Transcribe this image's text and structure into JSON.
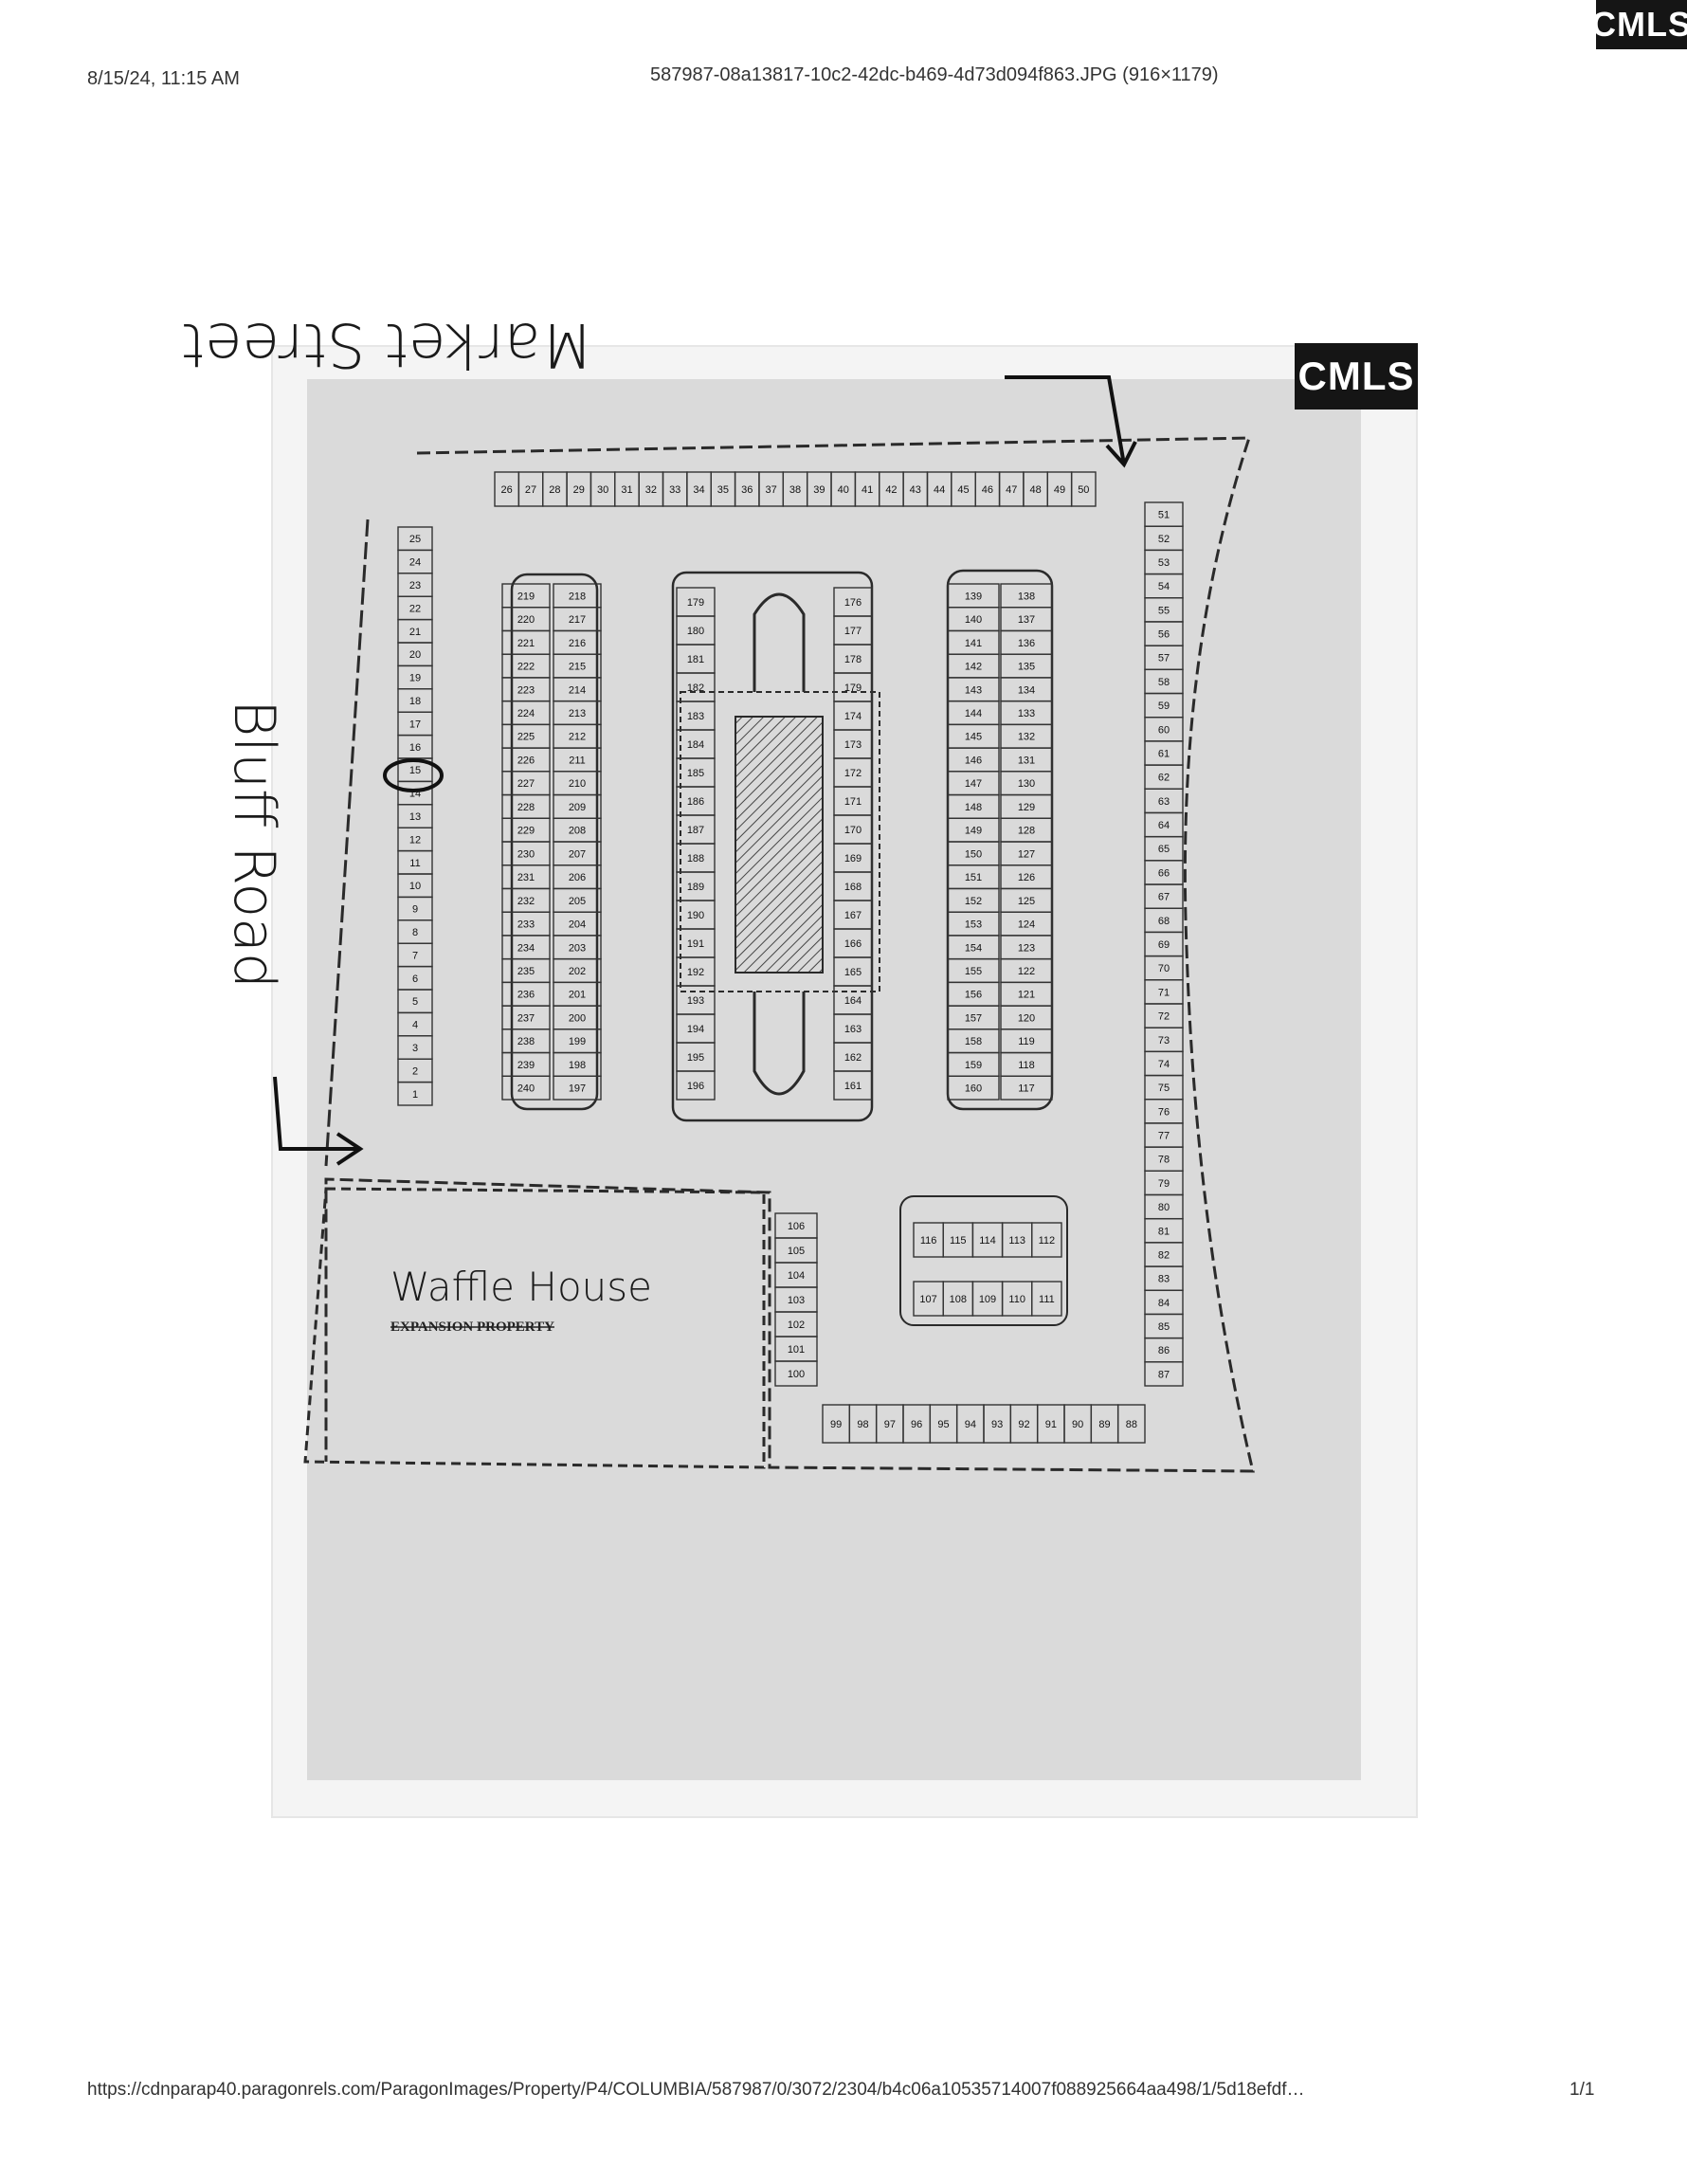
{
  "header": {
    "date_time": "8/15/24, 11:15 AM",
    "file_name": "587987-08a13817-10c2-42dc-b469-4d73d094f863.JPG (916×1179)"
  },
  "footer": {
    "url": "https://cdnparap40.paragonrels.com/ParagonImages/Property/P4/COLUMBIA/587987/0/3072/2304/b4c06a10535714007f088925664aa498/1/5d18efdf…",
    "page": "1/1"
  },
  "logo": {
    "text": "CMLS"
  },
  "map": {
    "street_top": "Market Street",
    "road_left": "Bluff Road",
    "parcel_title": "Waffle House",
    "parcel_subtitle": "EXPANSION PROPERTY",
    "spaces": {
      "left_edge_1_25": [
        "25",
        "24",
        "23",
        "22",
        "21",
        "20",
        "19",
        "18",
        "17",
        "16",
        "15",
        "14",
        "13",
        "12",
        "11",
        "10",
        "9",
        "8",
        "7",
        "6",
        "5",
        "4",
        "3",
        "2",
        "1"
      ],
      "top_row_26_50": [
        "26",
        "27",
        "28",
        "29",
        "30",
        "31",
        "32",
        "33",
        "34",
        "35",
        "36",
        "37",
        "38",
        "39",
        "40",
        "41",
        "42",
        "43",
        "44",
        "45",
        "46",
        "47",
        "48",
        "49",
        "50"
      ],
      "right_edge_51_87": [
        "51",
        "52",
        "53",
        "54",
        "55",
        "56",
        "57",
        "58",
        "59",
        "60",
        "61",
        "62",
        "63",
        "64",
        "65",
        "66",
        "67",
        "68",
        "69",
        "70",
        "71",
        "72",
        "73",
        "74",
        "75",
        "76",
        "77",
        "78",
        "79",
        "80",
        "81",
        "82",
        "83",
        "84",
        "85",
        "86",
        "87"
      ],
      "bottom_row_88_99": [
        "99",
        "98",
        "97",
        "96",
        "95",
        "94",
        "93",
        "92",
        "91",
        "90",
        "89",
        "88"
      ],
      "lower_left_column_100_106": [
        "106",
        "105",
        "104",
        "103",
        "102",
        "101",
        "100"
      ],
      "island_upper_116_112": [
        "116",
        "115",
        "114",
        "113",
        "112"
      ],
      "island_lower_107_111": [
        "107",
        "108",
        "109",
        "110",
        "111"
      ],
      "aisle_d_left_139_160": [
        "139",
        "140",
        "141",
        "142",
        "143",
        "144",
        "145",
        "146",
        "147",
        "148",
        "149",
        "150",
        "151",
        "152",
        "153",
        "154",
        "155",
        "156",
        "157",
        "158",
        "159",
        "160"
      ],
      "aisle_d_right_138_117": [
        "138",
        "137",
        "136",
        "135",
        "134",
        "133",
        "132",
        "131",
        "130",
        "129",
        "128",
        "127",
        "126",
        "125",
        "124",
        "123",
        "122",
        "121",
        "120",
        "119",
        "118",
        "117"
      ],
      "aisle_c_right_176_161": [
        "176",
        "177",
        "178",
        "179",
        "174",
        "173",
        "172",
        "171",
        "170",
        "169",
        "168",
        "167",
        "166",
        "165",
        "164",
        "163",
        "162",
        "161"
      ],
      "aisle_c_left_179_196": [
        "179",
        "180",
        "181",
        "182",
        "183",
        "184",
        "185",
        "186",
        "187",
        "188",
        "189",
        "190",
        "191",
        "192",
        "193",
        "194",
        "195",
        "196"
      ],
      "aisle_a_left_219_240": [
        "219",
        "220",
        "221",
        "222",
        "223",
        "224",
        "225",
        "226",
        "227",
        "228",
        "229",
        "230",
        "231",
        "232",
        "233",
        "234",
        "235",
        "236",
        "237",
        "238",
        "239",
        "240"
      ],
      "aisle_a_right_218_197": [
        "218",
        "217",
        "216",
        "215",
        "214",
        "213",
        "212",
        "211",
        "210",
        "209",
        "208",
        "207",
        "206",
        "205",
        "204",
        "203",
        "202",
        "201",
        "200",
        "199",
        "198",
        "197"
      ]
    }
  }
}
